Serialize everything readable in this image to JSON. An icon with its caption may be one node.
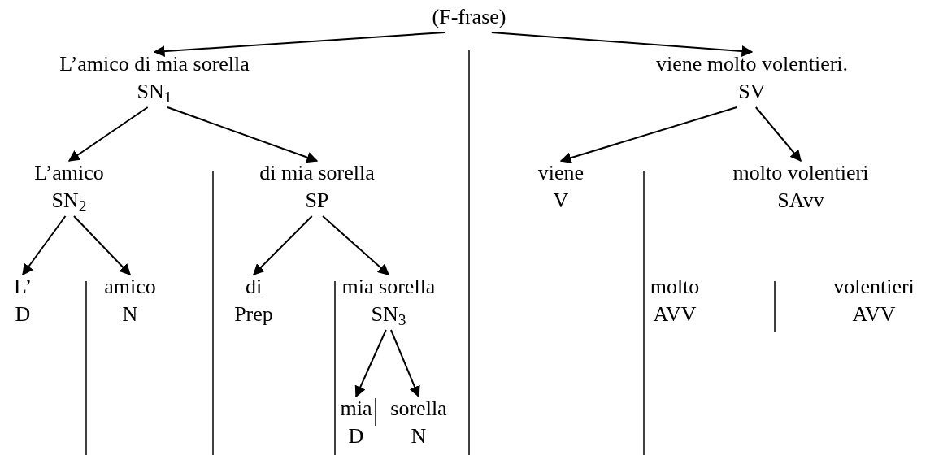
{
  "diagram": {
    "nodes": [
      {
        "text": [
          "(F-frase)"
        ]
      },
      {
        "text": [
          "L’amico di mia sorella",
          "SN$_{1}$"
        ]
      },
      {
        "text": [
          "viene molto volentieri.",
          "SV"
        ]
      },
      {
        "text": [
          "L’amico",
          "SN$_{2}$"
        ]
      },
      {
        "text": [
          "di mia sorella",
          "SP"
        ]
      },
      {
        "text": [
          "viene",
          "V"
        ]
      },
      {
        "text": [
          "molto volentieri",
          "SAvv"
        ]
      },
      {
        "text": [
          "L’",
          "D"
        ]
      },
      {
        "text": [
          "amico",
          "N"
        ]
      },
      {
        "text": [
          "di",
          "Prep"
        ]
      },
      {
        "text": [
          "mia sorella",
          "SN$_{3}$"
        ]
      },
      {
        "text": [
          "molto",
          "AVV"
        ]
      },
      {
        "text": [
          "volentieri",
          "AVV"
        ]
      },
      {
        "text": [
          "mia",
          "D"
        ]
      },
      {
        "text": [
          "sorella",
          "N"
        ]
      }
    ],
    "edges": [
      {
        "from": 0,
        "to": 1,
        "arrow": "to"
      },
      {
        "from": 0,
        "to": 2,
        "arrow": "to"
      },
      {
        "from": 1,
        "to": 3,
        "arrow": "to"
      },
      {
        "from": 1,
        "to": 4,
        "arrow": "to"
      },
      {
        "from": 2,
        "to": 5,
        "arrow": "to"
      },
      {
        "from": 2,
        "to": 6,
        "arrow": "to"
      },
      {
        "from": 3,
        "to": 7,
        "arrow": "to"
      },
      {
        "from": 3,
        "to": 8,
        "arrow": "to"
      },
      {
        "from": 4,
        "to": 9,
        "arrow": "to"
      },
      {
        "from": 4,
        "to": 10,
        "arrow": "to"
      },
      {
        "from": 10,
        "to": 13,
        "arrow": "to"
      },
      {
        "from": 10,
        "to": 14,
        "arrow": "to"
      }
    ]
  }
}
